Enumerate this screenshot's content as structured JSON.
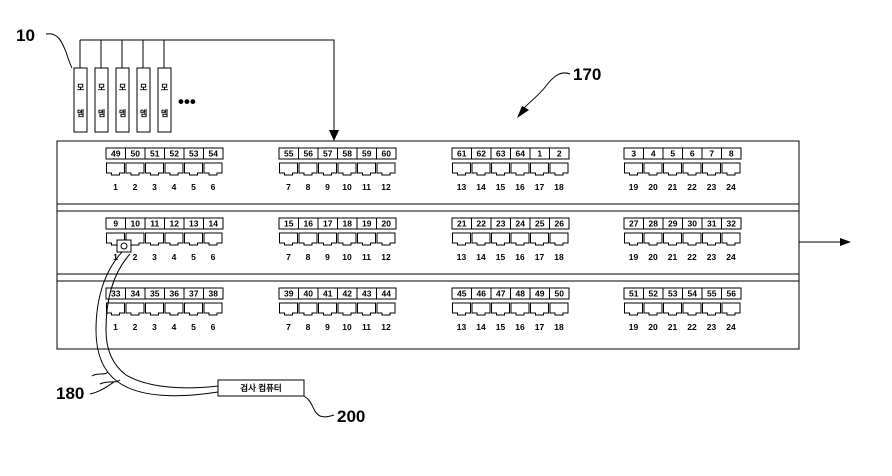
{
  "refs": {
    "modems": "10",
    "patch_panel": "170",
    "cable": "180",
    "test_computer": "200"
  },
  "modem_labels": [
    "모",
    "뎀"
  ],
  "modem_ellipsis": "•••",
  "test_computer_label": "검사 컴퓨터",
  "rows": [
    {
      "groups": [
        {
          "top": [
            "49",
            "50",
            "51",
            "52",
            "53",
            "54"
          ],
          "bottom": [
            "1",
            "2",
            "3",
            "4",
            "5",
            "6"
          ]
        },
        {
          "top": [
            "55",
            "56",
            "57",
            "58",
            "59",
            "60"
          ],
          "bottom": [
            "7",
            "8",
            "9",
            "10",
            "11",
            "12"
          ]
        },
        {
          "top": [
            "61",
            "62",
            "63",
            "64",
            "1",
            "2"
          ],
          "bottom": [
            "13",
            "14",
            "15",
            "16",
            "17",
            "18"
          ]
        },
        {
          "top": [
            "3",
            "4",
            "5",
            "6",
            "7",
            "8"
          ],
          "bottom": [
            "19",
            "20",
            "21",
            "22",
            "23",
            "24"
          ]
        }
      ]
    },
    {
      "groups": [
        {
          "top": [
            "9",
            "10",
            "11",
            "12",
            "13",
            "14"
          ],
          "bottom": [
            "1",
            "2",
            "3",
            "4",
            "5",
            "6"
          ]
        },
        {
          "top": [
            "15",
            "16",
            "17",
            "18",
            "19",
            "20"
          ],
          "bottom": [
            "7",
            "8",
            "9",
            "10",
            "11",
            "12"
          ]
        },
        {
          "top": [
            "21",
            "22",
            "23",
            "24",
            "25",
            "26"
          ],
          "bottom": [
            "13",
            "14",
            "15",
            "16",
            "17",
            "18"
          ]
        },
        {
          "top": [
            "27",
            "28",
            "29",
            "30",
            "31",
            "32"
          ],
          "bottom": [
            "19",
            "20",
            "21",
            "22",
            "23",
            "24"
          ]
        }
      ]
    },
    {
      "groups": [
        {
          "top": [
            "33",
            "34",
            "35",
            "36",
            "37",
            "38"
          ],
          "bottom": [
            "1",
            "2",
            "3",
            "4",
            "5",
            "6"
          ]
        },
        {
          "top": [
            "39",
            "40",
            "41",
            "42",
            "43",
            "44"
          ],
          "bottom": [
            "7",
            "8",
            "9",
            "10",
            "11",
            "12"
          ]
        },
        {
          "top": [
            "45",
            "46",
            "47",
            "48",
            "49",
            "50"
          ],
          "bottom": [
            "13",
            "14",
            "15",
            "16",
            "17",
            "18"
          ]
        },
        {
          "top": [
            "51",
            "52",
            "53",
            "54",
            "55",
            "56"
          ],
          "bottom": [
            "19",
            "20",
            "21",
            "22",
            "23",
            "24"
          ]
        }
      ]
    }
  ]
}
